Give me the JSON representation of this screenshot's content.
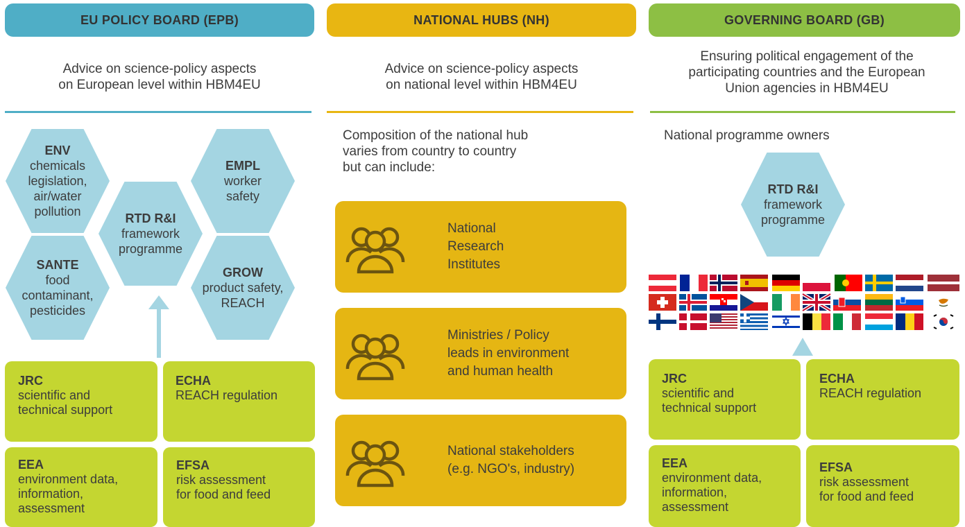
{
  "columns": {
    "epb": {
      "title": "EU POLICY BOARD (EPB)",
      "description": [
        "Advice on science-policy aspects",
        "on European level within HBM4EU"
      ],
      "color": "#4faec6",
      "hexagons": [
        {
          "title": "ENV",
          "text": [
            "chemicals",
            "legislation,",
            "air/water",
            "pollution"
          ]
        },
        {
          "title": "EMPL",
          "text": [
            "worker",
            "safety"
          ]
        },
        {
          "title": "RTD R&I",
          "text": [
            "framework",
            "programme"
          ]
        },
        {
          "title": "SANTE",
          "text": [
            "food",
            "contaminant,",
            "pesticides"
          ]
        },
        {
          "title": "GROW",
          "text": [
            "product safety,",
            "REACH"
          ]
        }
      ],
      "agencies": [
        {
          "title": "JRC",
          "text": [
            "scientific and",
            "technical support"
          ]
        },
        {
          "title": "ECHA",
          "text": [
            "REACH regulation"
          ]
        },
        {
          "title": "EEA",
          "text": [
            "environment data,",
            "information,",
            "assessment"
          ]
        },
        {
          "title": "EFSA",
          "text": [
            "risk assessment",
            "for food and feed"
          ]
        }
      ]
    },
    "nh": {
      "title": "NATIONAL HUBS (NH)",
      "description": [
        "Advice on science-policy aspects",
        "on national level within HBM4EU"
      ],
      "color": "#e8b612",
      "composition": [
        "Composition of the national hub",
        "varies from country to country",
        "but can include:"
      ],
      "items": [
        {
          "icon": "people-group-icon",
          "text": [
            "National",
            "Research",
            "Institutes"
          ]
        },
        {
          "icon": "people-group-icon",
          "text": [
            "Ministries / Policy",
            "leads in environment",
            "and human health"
          ]
        },
        {
          "icon": "people-group-icon",
          "text": [
            "National stakeholders",
            "(e.g. NGO's, industry)"
          ]
        }
      ]
    },
    "gb": {
      "title": "GOVERNING BOARD (GB)",
      "description": [
        "Ensuring political engagement of the",
        "participating countries and the European",
        "Union agencies in HBM4EU"
      ],
      "color": "#8dbf44",
      "owners_label": "National programme owners",
      "hexagon": {
        "title": "RTD R&I",
        "text": [
          "framework",
          "programme"
        ]
      },
      "agencies": [
        {
          "title": "JRC",
          "text": [
            "scientific and",
            "technical support"
          ]
        },
        {
          "title": "ECHA",
          "text": [
            "REACH regulation"
          ]
        },
        {
          "title": "EEA",
          "text": [
            "environment data,",
            "information,",
            "assessment"
          ]
        },
        {
          "title": "EFSA",
          "text": [
            "risk assessment",
            "for food and feed"
          ]
        }
      ]
    }
  },
  "colors": {
    "light_blue": "#a4d5e2",
    "lime": "#c4d631",
    "gold": "#e5b613"
  }
}
